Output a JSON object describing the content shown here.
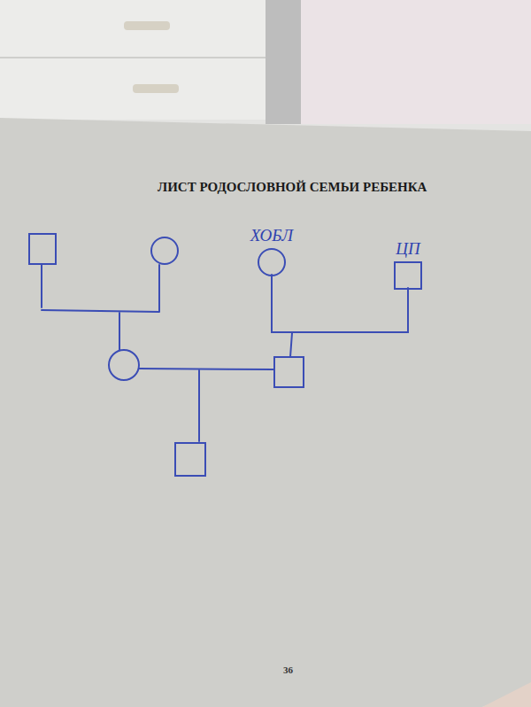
{
  "diagram": {
    "title": "ЛИСТ РОДОСЛОВНОЙ СЕМЬИ РЕБЕНКА",
    "nodes": [
      {
        "text": [
          "ХОБЛ"
        ]
      },
      {
        "text": [
          "ЦП"
        ]
      }
    ],
    "edges": [
      {
        "from": 0,
        "to": 1,
        "arrow": "none"
      }
    ],
    "labels": [
      "36"
    ]
  }
}
